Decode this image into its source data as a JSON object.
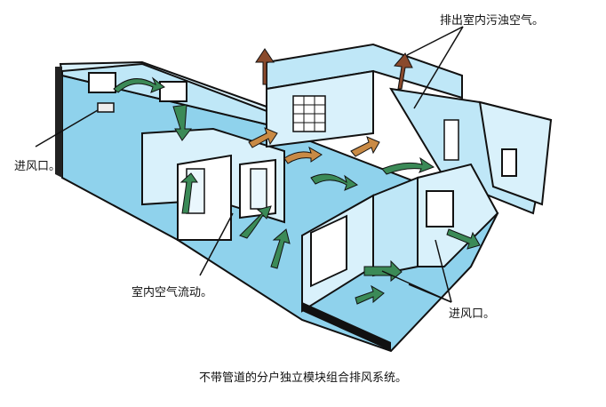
{
  "labels": {
    "exhaust": "排出室内污浊空气。",
    "inlet_left": "进风口。",
    "indoor_flow": "室内空气流动。",
    "inlet_right": "进风口。",
    "caption": "不带管道的分户独立模块组合排风系统。"
  },
  "colors": {
    "wall_light": "#d9f1fb",
    "wall_mid": "#a9def3",
    "floor": "#7fcbe9",
    "outline": "#111111",
    "green_arrow": "#3b8a57",
    "orange_arrow": "#c98a45",
    "brown_arrow": "#8a4a2c"
  },
  "icons": [
    "green-airflow-arrow-icon",
    "orange-airflow-arrow-icon",
    "brown-exhaust-arrow-icon",
    "wall-fan-icon",
    "window-icon",
    "door-icon"
  ]
}
